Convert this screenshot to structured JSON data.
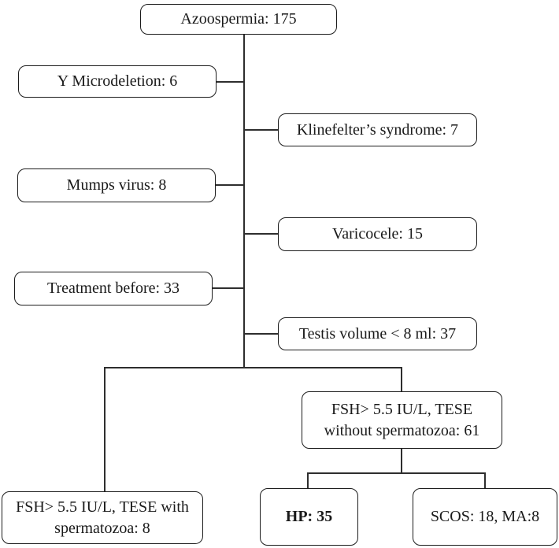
{
  "figure": {
    "type": "flowchart",
    "background_color": "#ffffff",
    "box_border_color": "#1c1c1c",
    "connector_color": "#2e2e2e",
    "nodes": {
      "azoospermia": {
        "label": "Azoospermia: 175"
      },
      "y_microdeletion": {
        "label": "Y Microdeletion: 6"
      },
      "klinefelter": {
        "label": "Klinefelter’s syndrome: 7"
      },
      "mumps": {
        "label": "Mumps virus: 8"
      },
      "varicocele": {
        "label": "Varicocele: 15"
      },
      "treatment_before": {
        "label": "Treatment before: 33"
      },
      "testis_volume": {
        "label": "Testis volume < 8 ml: 37"
      },
      "fsh_tese_without": {
        "label": "FSH> 5.5 IU/L, TESE\nwithout spermatozoa: 61"
      },
      "fsh_tese_with": {
        "label": "FSH> 5.5 IU/L, TESE with\nspermatozoa: 8"
      },
      "hp": {
        "label": "HP: 35",
        "emphasis": "bold"
      },
      "scos": {
        "label": "SCOS: 18, MA:8"
      }
    }
  }
}
